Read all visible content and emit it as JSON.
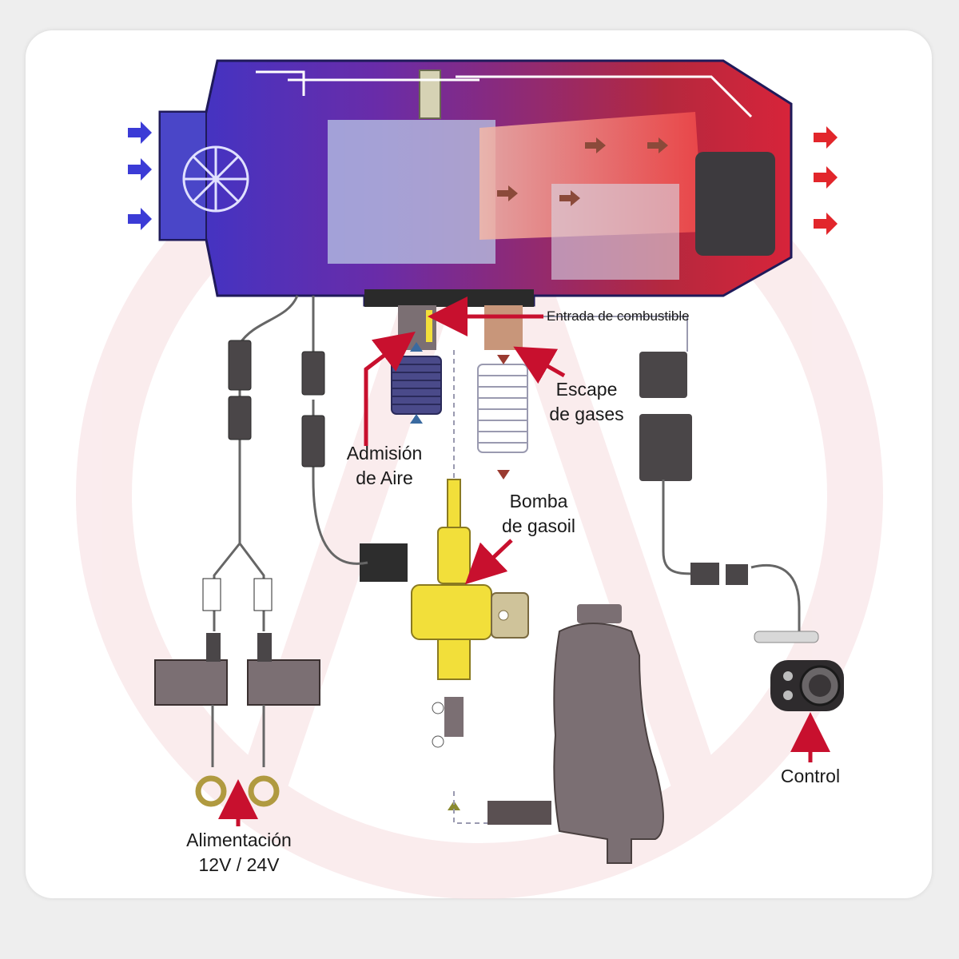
{
  "labels": {
    "fuel_inlet": "Entrada de combustible",
    "exhaust": [
      "Escape",
      "de gases"
    ],
    "air_intake": [
      "Admisión",
      "de Aire"
    ],
    "fuel_pump": [
      "Bomba",
      "de gasoil"
    ],
    "power": [
      "Alimentación",
      "12V / 24V"
    ],
    "control": "Control"
  },
  "colors": {
    "cold_air": "#3b3bd6",
    "hot_air": "#e2262b",
    "callout_arrow": "#c8102e",
    "housing_dark": "#3a2b8c",
    "pump_yellow": "#f2df3a",
    "component_gray": "#7b6f73",
    "watermark": "#f6dde0"
  },
  "icons": {
    "cold_air_arrow": "cold-air-arrow-icon",
    "hot_air_arrow": "hot-air-arrow-icon",
    "callout_arrow": "callout-arrow-icon",
    "fan": "fan-icon",
    "control_knob": "knob-icon"
  }
}
